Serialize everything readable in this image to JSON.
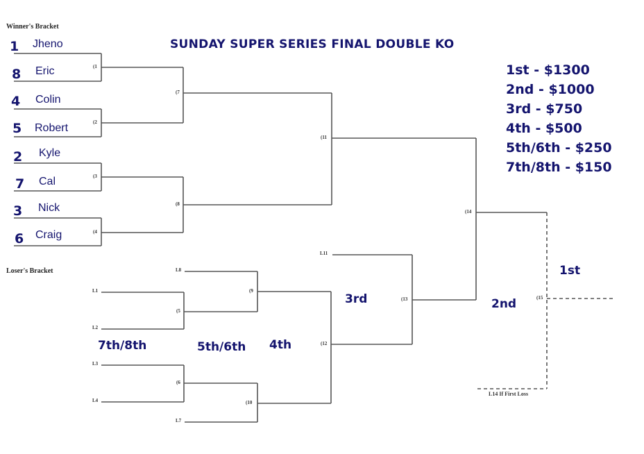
{
  "title": "SUNDAY SUPER SERIES FINAL DOUBLE KO",
  "winners_bracket": {
    "heading": "Winner's Bracket",
    "players": [
      {
        "seed": "1",
        "name": "Jheno"
      },
      {
        "seed": "8",
        "name": "Eric"
      },
      {
        "seed": "4",
        "name": "Colin"
      },
      {
        "seed": "5",
        "name": "Robert"
      },
      {
        "seed": "2",
        "name": "Kyle"
      },
      {
        "seed": "7",
        "name": "Cal"
      },
      {
        "seed": "3",
        "name": "Nick"
      },
      {
        "seed": "6",
        "name": "Craig"
      }
    ],
    "matches": [
      "(1",
      "(2",
      "(3",
      "(4",
      "(7",
      "(8",
      "(11",
      "(14"
    ]
  },
  "losers_bracket": {
    "heading": "Loser's Bracket",
    "slots": [
      "L1",
      "L2",
      "L3",
      "L4",
      "L8",
      "L7",
      "L11"
    ],
    "matches": [
      "(5",
      "(6",
      "(9",
      "(10",
      "(12",
      "(13",
      "(15"
    ]
  },
  "prizes": [
    "1st - $1300",
    "2nd - $1000",
    "3rd - $750",
    "4th - $500",
    "5th/6th - $250",
    "7th/8th - $150"
  ],
  "place_labels": {
    "seventh_eighth": "7th/8th",
    "fifth_sixth": "5th/6th",
    "fourth": "4th",
    "third": "3rd",
    "second": "2nd",
    "first": "1st"
  },
  "final_note": "L14 If First Loss",
  "colors": {
    "text_blue": "#14146e",
    "line_gray": "#555555"
  }
}
